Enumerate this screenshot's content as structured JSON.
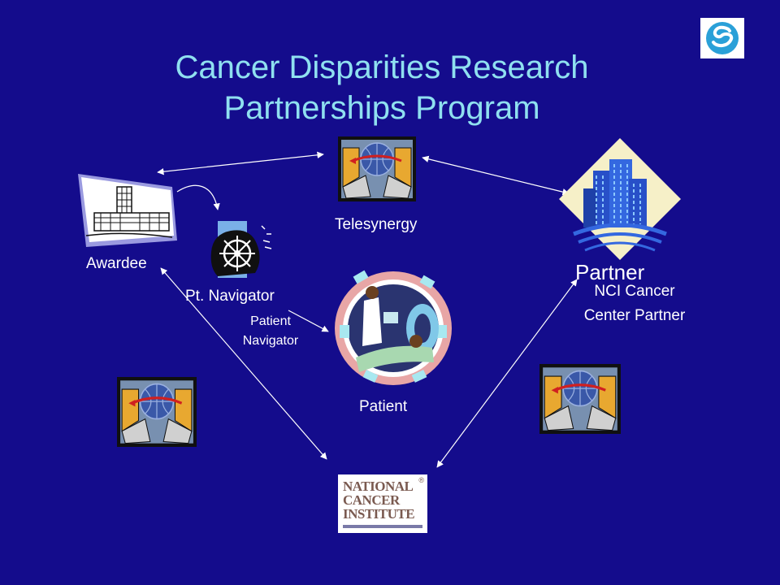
{
  "slide": {
    "title_line1": "Cancer Disparities Research",
    "title_line2": "Partnerships Program"
  },
  "nodes": {
    "awardee": {
      "label": "Awardee"
    },
    "navigator": {
      "label": "Pt. Navigator",
      "sublabel_line1": "Patient",
      "sublabel_line2": "Navigator"
    },
    "telesynergy": {
      "label": "Telesynergy"
    },
    "partner": {
      "label": "Partner",
      "sublabel_line1": "NCI Cancer",
      "sublabel_line2": "Center Partner"
    },
    "patient": {
      "label": "Patient"
    },
    "nci_logo": {
      "line1": "NATIONAL",
      "line2": "CANCER",
      "line3": "INSTITUTE",
      "mark": "®"
    }
  },
  "colors": {
    "background": "#140c8c",
    "title": "#8fe0f0",
    "label": "#ffffff",
    "connector": "#ffffff"
  },
  "icons": [
    "telesynergy-computer-icon",
    "hospital-building-icon",
    "navigator-ship-wheel-icon",
    "city-buildings-icon",
    "doctor-patient-icon",
    "nci-logo",
    "corner-logo-icon"
  ]
}
